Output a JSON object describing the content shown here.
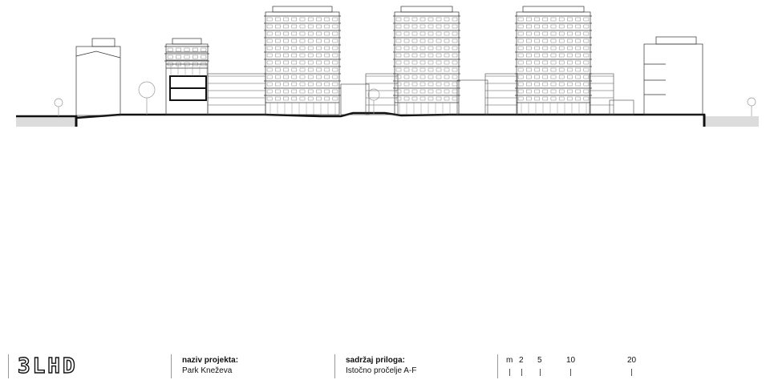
{
  "logo": {
    "text": "3LHD"
  },
  "project": {
    "label": "naziv projekta:",
    "value": "Park Kneževa"
  },
  "content": {
    "label": "sadržaj priloga:",
    "value": "Istočno pročelje A-F"
  },
  "scale": {
    "unit": "m",
    "marks": [
      "2",
      "5",
      "10",
      "20"
    ]
  },
  "colors": {
    "line": "#111111",
    "ground": "#dcdcdc",
    "paper": "#ffffff"
  }
}
